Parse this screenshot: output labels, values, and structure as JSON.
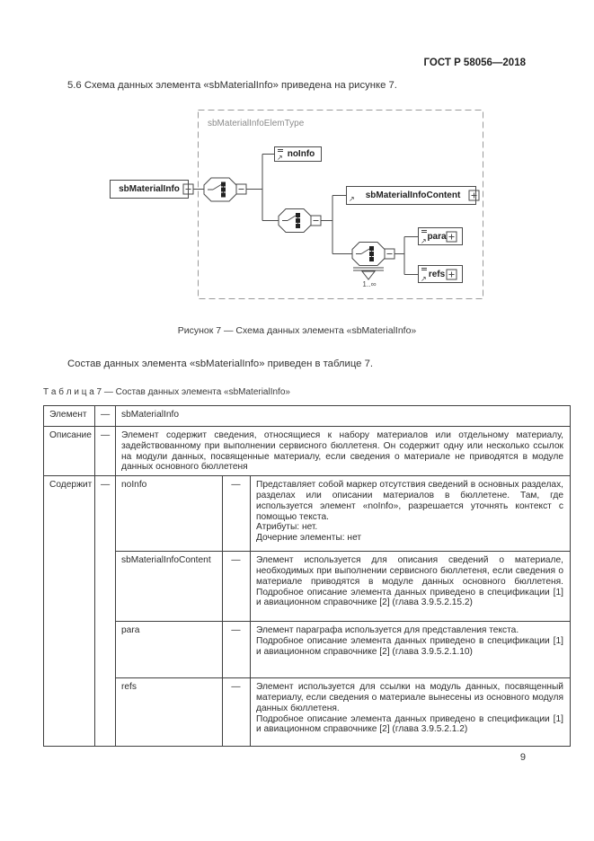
{
  "document": {
    "header_right": "ГОСТ Р 58056—2018",
    "section_paragraph": "5.6 Схема данных элемента «sbMaterialInfo» приведена на рисунке 7.",
    "figure_caption": "Рисунок 7 — Схема данных элемента «sbMaterialInfo»",
    "table_intro_paragraph": "Состав данных элемента «sbMaterialInfo» приведен в таблице 7.",
    "table_caption": "Т а б л и ц а  7 — Состав данных элемента «sbMaterialInfo»",
    "page_number": "9"
  },
  "diagram": {
    "complex_type_label": "sbMaterialInfoElemType",
    "root_element_label": "sbMaterialInfo",
    "noinfo_label": "noInfo",
    "content_label": "sbMaterialInfoContent",
    "para_label": "para",
    "refs_label": "refs",
    "multiplicity_label": "1..∞"
  },
  "icons": {
    "collapse_glyph": "−",
    "expand_glyph": "+",
    "element_arrow_glyph": "↗"
  },
  "table": {
    "row_element": {
      "label": "Элемент",
      "dash": "—",
      "value": "sbMaterialInfo"
    },
    "row_description": {
      "label": "Описание",
      "dash": "—",
      "text": "Элемент содержит сведения, относящиеся к набору материалов или отдельному материалу, задействованному при выполнении сервисного бюллетеня. Он содержит одну или несколько ссылок на модули данных, посвященные материалу, если сведения о материале не приводятся в модуле данных основного бюллетеня"
    },
    "row_contains": {
      "label": "Содержит",
      "dash": "—",
      "children": [
        {
          "name": "noInfo",
          "dash": "—",
          "desc": [
            "Представляет собой маркер отсутствия сведений в основных разделах, разделах или описании материалов в бюллетене. Там, где используется элемент «noInfo», разрешается уточнять контекст с помощью текста.",
            "Атрибуты: нет.",
            "Дочерние элементы: нет"
          ]
        },
        {
          "name": "sbMaterialInfoContent",
          "dash": "—",
          "desc": [
            "Элемент используется для описания сведений о материале, необходимых при выполнении сервисного бюллетеня, если сведения о материале приводятся в модуле данных основного бюллетеня. Подробное описание элемента данных приведено в спецификации [1] и авиационном справочнике [2] (глава 3.9.5.2.15.2)"
          ]
        },
        {
          "name": "para",
          "dash": "—",
          "desc": [
            "Элемент параграфа используется для представления текста.",
            "Подробное описание элемента данных приведено в спецификации [1] и авиационном справочнике [2] (глава 3.9.5.2.1.10)"
          ]
        },
        {
          "name": "refs",
          "dash": "—",
          "desc": [
            "Элемент используется для ссылки на модуль данных, посвященный материалу, если сведения о материале вынесены из основного модуля данных бюллетеня.",
            "Подробное описание элемента данных приведено в спецификации [1] и авиационном справочнике [2] (глава 3.9.5.2.1.2)"
          ]
        }
      ]
    }
  }
}
